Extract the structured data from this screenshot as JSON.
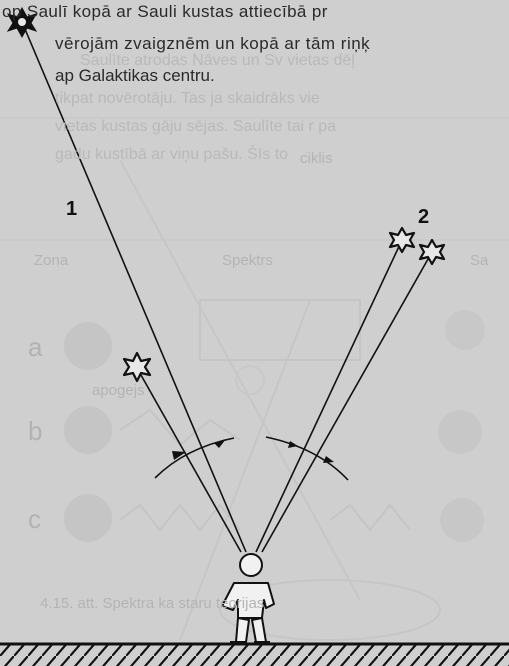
{
  "header_text": {
    "line1": "op Saulī kopā ar Sauli kustas attiecībā pr",
    "line2": "vērojām zvaigznēm un kopā ar tām riņķ",
    "line3": "ap Galaktikas centru."
  },
  "bleed_through": {
    "lines": [
      "Saulīte atrodas Nāves un Sv vietas dēļ",
      "tikpat novērotāju. Tas ja skaidrāks vie",
      "vietas kustas gāju sējas. Saulīte tai r pa",
      "gadu kustībā ar viņu pašu. Šīs to"
    ],
    "labels": {
      "zone": "Zona",
      "spectrum": "Spektrs",
      "col3": "Sa",
      "apogee": "apogejs",
      "epicycle": "ciklis"
    },
    "letters": [
      "a",
      "b",
      "c"
    ],
    "caption": "4.15. att. Spektra ka staru teorijas"
  },
  "labels": {
    "star_group_1": "1",
    "star_group_2": "2"
  },
  "colors": {
    "paper": "#cfcfcf",
    "ink": "#111111",
    "ghost": "#b5b5b5"
  },
  "icons": {
    "star": "six-pointed-star-icon",
    "observer": "person-observer-icon",
    "ground": "hatched-ground",
    "arrow": "double-arrowhead-arc"
  }
}
